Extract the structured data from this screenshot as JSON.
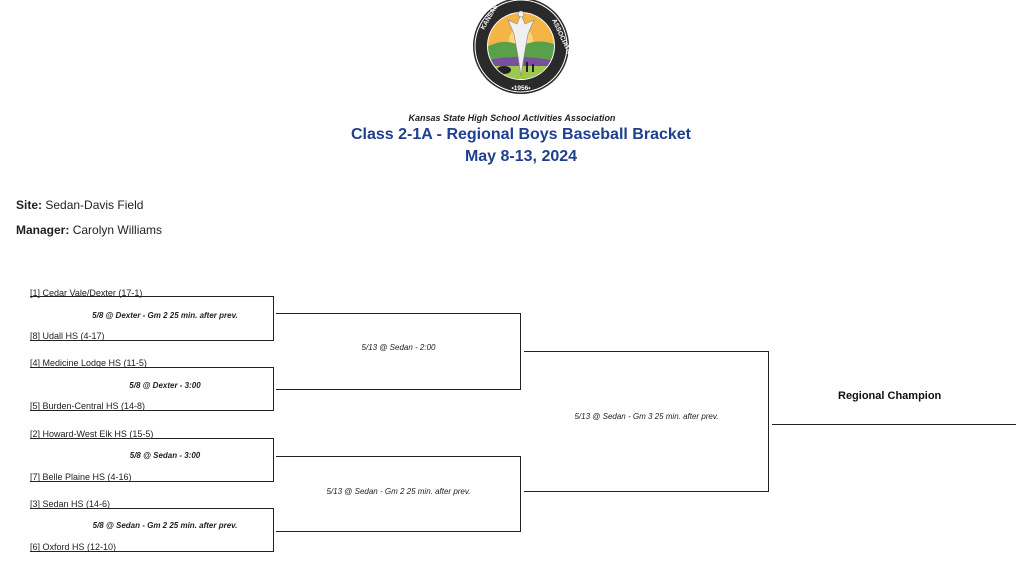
{
  "header": {
    "organization": "Kansas State High School Activities Association",
    "title": "Class 2-1A - Regional Boys Baseball Bracket",
    "dates": "May 8-13, 2024",
    "seal": {
      "ring_text_top": "KANSAS STATE HIGH SCHOOL ACTIVITIES",
      "ring_text_side": "ASSOCIATION, INC.",
      "year": "•1956•",
      "colors": {
        "ring": "#2a2a2a",
        "sky": "#f4b446",
        "hills": "#5aa04b",
        "field": "#7a4f9e"
      }
    }
  },
  "site": {
    "label": "Site:",
    "value": "Sedan-Davis Field"
  },
  "manager": {
    "label": "Manager:",
    "value": "Carolyn Williams"
  },
  "round1": [
    {
      "team_top": "[1] Cedar Vale/Dexter   (17-1)",
      "team_bottom": "[8] Udall HS  (4-17)",
      "game": "5/8 @ Dexter - Gm 2 25 min. after prev."
    },
    {
      "team_top": "[4] Medicine Lodge HS   (11-5)",
      "team_bottom": "[5] Burden-Central HS  (14-8)",
      "game": "5/8 @ Dexter - 3:00"
    },
    {
      "team_top": "[2] Howard-West Elk HS   (15-5)",
      "team_bottom": "[7] Belle Plaine HS  (4-16)",
      "game": "5/8 @ Sedan - 3:00"
    },
    {
      "team_top": "[3] Sedan HS   (14-6)",
      "team_bottom": "[6] Oxford HS  (12-10)",
      "game": "5/8 @ Sedan - Gm 2 25 min. after prev."
    }
  ],
  "round2": [
    {
      "game": "5/13 @ Sedan - 2:00"
    },
    {
      "game": "5/13 @ Sedan - Gm 2 25 min. after prev."
    }
  ],
  "final": {
    "game": "5/13 @ Sedan - Gm 3 25 min. after prev."
  },
  "champion_label": "Regional Champion"
}
